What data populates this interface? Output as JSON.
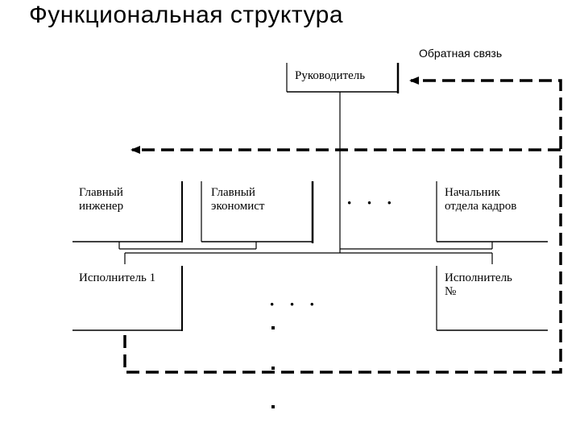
{
  "title": "Функциональная структура",
  "feedback_label": "Обратная связь",
  "nodes": {
    "head": "Руководитель",
    "chief_engineer": [
      "Главный",
      "инженер"
    ],
    "chief_economist": [
      "Главный",
      "экономист"
    ],
    "hr_head": [
      "Начальник",
      "отдела кадров"
    ],
    "executor_1": "Исполнитель 1",
    "executor_n": [
      "Исполнитель",
      "№"
    ]
  },
  "ellipsis": "· · ·"
}
